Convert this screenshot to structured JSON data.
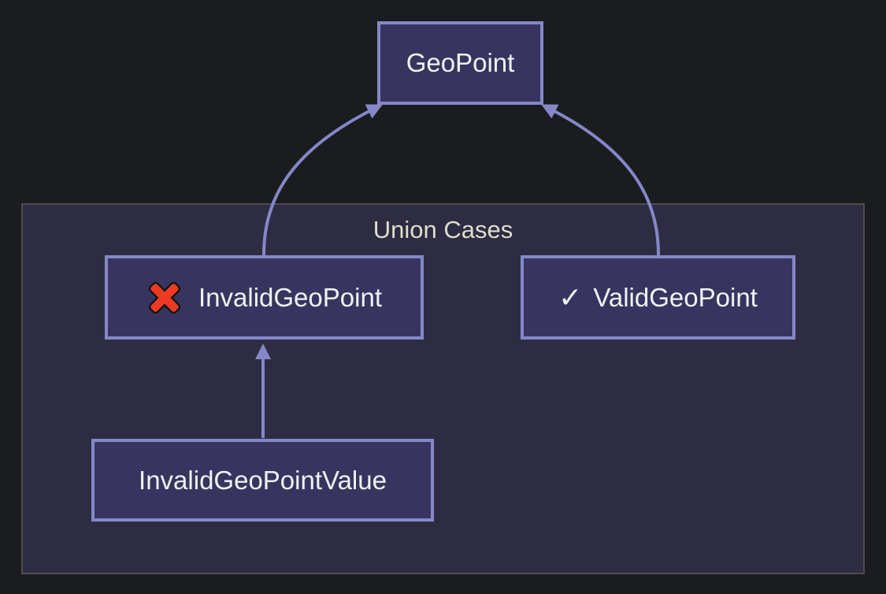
{
  "diagram": {
    "group": {
      "title": "Union Cases"
    },
    "nodes": {
      "geopoint": {
        "label": "GeoPoint"
      },
      "invalid_geopoint": {
        "label": "InvalidGeoPoint",
        "icon": "cross-mark"
      },
      "valid_geopoint": {
        "label": "ValidGeoPoint",
        "check_glyph": "✓"
      },
      "invalid_geopoint_value": {
        "label": "InvalidGeoPointValue"
      }
    },
    "edges": [
      {
        "from": "InvalidGeoPoint",
        "to": "GeoPoint"
      },
      {
        "from": "ValidGeoPoint",
        "to": "GeoPoint"
      },
      {
        "from": "InvalidGeoPointValue",
        "to": "InvalidGeoPoint"
      }
    ],
    "colors": {
      "background": "#1a1c1f",
      "group_fill": "#2d2c42",
      "group_border": "#4e4e4e",
      "group_title_text": "#dedecd",
      "node_fill": "#373560",
      "node_border": "#8488c9",
      "edge": "#8488c9",
      "node_text": "#f1f1f1",
      "cross_red": "#ee3a23",
      "cross_outline": "#141414"
    }
  }
}
